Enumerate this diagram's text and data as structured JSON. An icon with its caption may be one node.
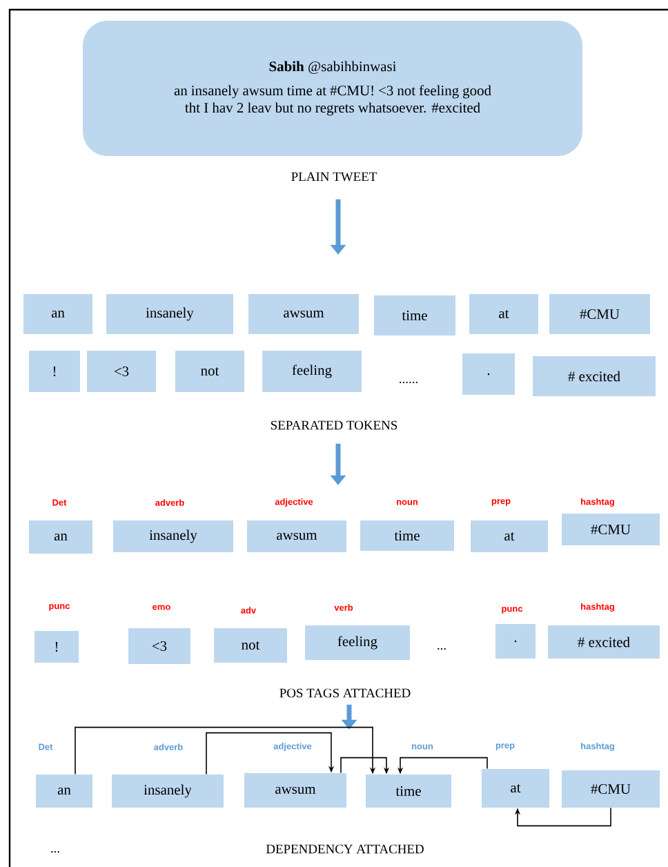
{
  "diagram": {
    "nodes": [
      {
        "text": [
          "**Sabih** @sabihbinwasi",
          "an insanely awsum time at #CMU! <3 not feeling good tht I hav 2 leav but no regrets whatsoever. #excited"
        ]
      },
      {
        "text": [
          "PLAIN TWEET"
        ]
      },
      {
        "text": [
          "an"
        ]
      },
      {
        "text": [
          "insanely"
        ]
      },
      {
        "text": [
          "awsum"
        ]
      },
      {
        "text": [
          "time"
        ]
      },
      {
        "text": [
          "at"
        ]
      },
      {
        "text": [
          "#CMU"
        ]
      },
      {
        "text": [
          "!"
        ]
      },
      {
        "text": [
          "<3"
        ]
      },
      {
        "text": [
          "not"
        ]
      },
      {
        "text": [
          "feeling"
        ]
      },
      {
        "text": [
          "."
        ]
      },
      {
        "text": [
          "# excited"
        ]
      },
      {
        "text": [
          "SEPARATED TOKENS"
        ]
      },
      {
        "text": [
          "an"
        ],
        "beside": [
          "Det"
        ]
      },
      {
        "text": [
          "insanely"
        ],
        "beside": [
          "adverb"
        ]
      },
      {
        "text": [
          "awsum"
        ],
        "beside": [
          "adjective"
        ]
      },
      {
        "text": [
          "time"
        ],
        "beside": [
          "noun"
        ]
      },
      {
        "text": [
          "at"
        ],
        "beside": [
          "prep"
        ]
      },
      {
        "text": [
          "#CMU"
        ],
        "beside": [
          "hashtag"
        ]
      },
      {
        "text": [
          "!"
        ],
        "beside": [
          "punc"
        ]
      },
      {
        "text": [
          "<3"
        ],
        "beside": [
          "emo"
        ]
      },
      {
        "text": [
          "not"
        ],
        "beside": [
          "adv"
        ]
      },
      {
        "text": [
          "feeling"
        ],
        "beside": [
          "verb"
        ]
      },
      {
        "text": [
          "."
        ],
        "beside": [
          "punc"
        ]
      },
      {
        "text": [
          "# excited"
        ],
        "beside": [
          "hashtag"
        ]
      },
      {
        "text": [
          "POS TAGS ATTACHED"
        ]
      },
      {
        "text": [
          "an"
        ],
        "beside": [
          "Det"
        ]
      },
      {
        "text": [
          "insanely"
        ],
        "beside": [
          "adverb"
        ]
      },
      {
        "text": [
          "awsum"
        ],
        "beside": [
          "adjective"
        ]
      },
      {
        "text": [
          "time"
        ],
        "beside": [
          "noun"
        ]
      },
      {
        "text": [
          "at"
        ],
        "beside": [
          "prep"
        ]
      },
      {
        "text": [
          "#CMU"
        ],
        "beside": [
          "hashtag"
        ]
      }
    ],
    "edges": [
      {
        "from": 1,
        "to": null,
        "arrow": "to",
        "style": "thick",
        "color": "#5b9bd5"
      },
      {
        "from": 14,
        "to": null,
        "arrow": "to",
        "style": "thick",
        "color": "#5b9bd5"
      },
      {
        "from": 27,
        "to": null,
        "arrow": "to",
        "style": "thick",
        "color": "#5b9bd5"
      },
      {
        "from": 28,
        "to": 31,
        "arrow": "to"
      },
      {
        "from": 29,
        "to": 30,
        "arrow": "to"
      },
      {
        "from": 30,
        "to": 31,
        "arrow": "to"
      },
      {
        "from": 32,
        "to": 31,
        "arrow": "to"
      },
      {
        "from": 33,
        "to": 32,
        "arrow": "to"
      }
    ],
    "labels": [
      "......",
      "...",
      "...",
      "DEPENDENCY ATTACHED"
    ]
  }
}
